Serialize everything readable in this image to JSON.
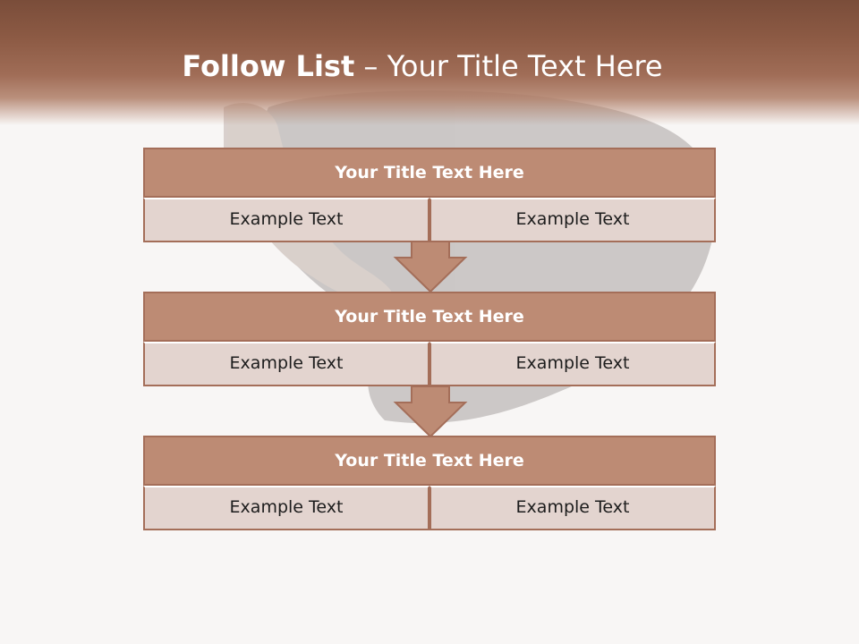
{
  "slide": {
    "title_bold": "Follow List",
    "title_rest": "– Your Title Text Here"
  },
  "steps": [
    {
      "title": "Your Title Text Here",
      "left_text": "Example Text",
      "right_text": "Example Text"
    },
    {
      "title": "Your Title Text Here",
      "left_text": "Example Text",
      "right_text": "Example Text"
    },
    {
      "title": "Your Title Text Here",
      "left_text": "Example Text",
      "right_text": "Example Text"
    }
  ],
  "colors": {
    "header": "#8c5a44",
    "block_title": "#bd8b74",
    "block_cell": "#e3d4cf",
    "border": "#a46e59"
  }
}
